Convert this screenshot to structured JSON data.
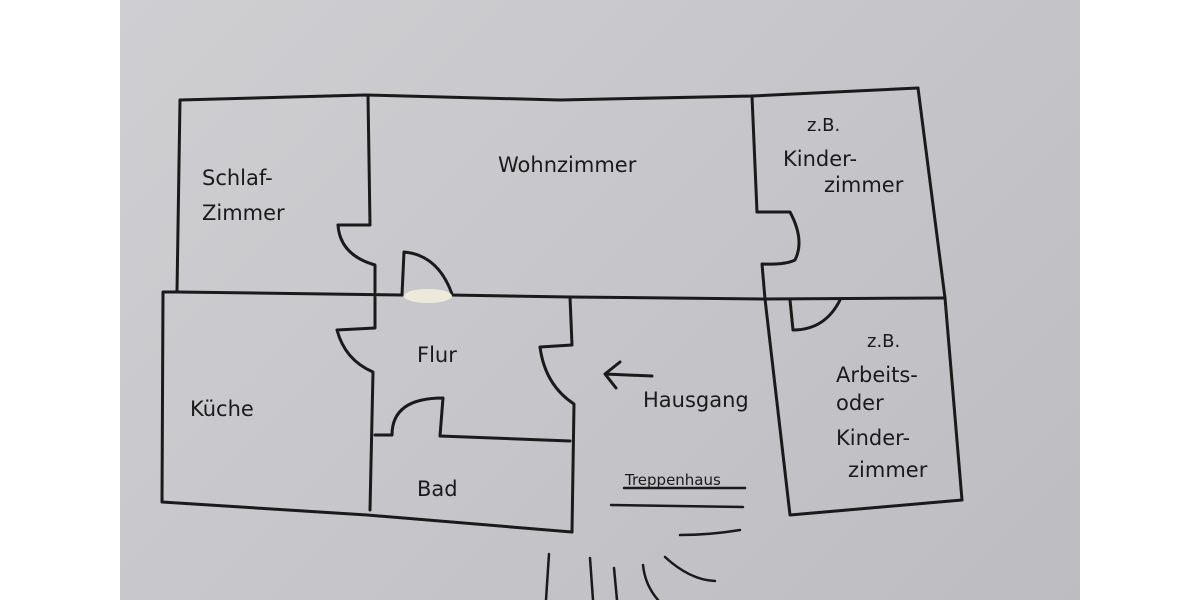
{
  "diagram": {
    "type": "hand-drawn floor plan",
    "colors": {
      "paper": "#c9c9cd",
      "ink": "#1a1a1a",
      "margin": "#ffffff",
      "glue_mark": "#eeeadb"
    },
    "rooms": {
      "schlafzimmer": {
        "line1": "Schlaf-",
        "line2": "Zimmer"
      },
      "wohnzimmer": {
        "line1": "Wohnzimmer"
      },
      "kinderzimmer": {
        "line1": "z.B.",
        "line2": "Kinder-",
        "line3": "zimmer"
      },
      "kueche": {
        "line1": "Küche"
      },
      "flur": {
        "line1": "Flur"
      },
      "bad": {
        "line1": "Bad"
      },
      "hausgang": {
        "line1": "Hausgang",
        "arrow": "←"
      },
      "treppenhaus": {
        "line1": "Treppenhaus"
      },
      "arbeitszimmer": {
        "line1": "z.B.",
        "line2": "Arbeits-",
        "line3": "oder",
        "line4": "Kinder-",
        "line5": "zimmer"
      }
    }
  }
}
